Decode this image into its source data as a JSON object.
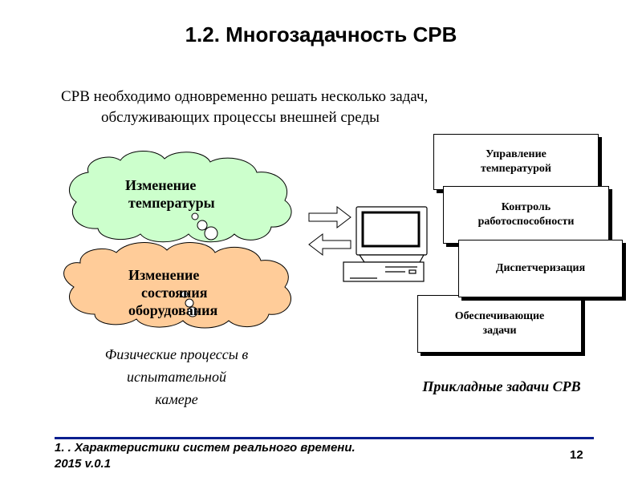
{
  "slide": {
    "title": "1.2.  Многозадачность СРВ",
    "intro_line1": "СРВ   необходимо одновременно решать несколько задач,",
    "intro_line2": "обслуживающих процессы внешней среды"
  },
  "clouds": {
    "temperature": {
      "line1": "Изменение",
      "line2": "температуры",
      "color": "#ccffcc"
    },
    "equipment": {
      "line1": "Изменение",
      "line2": "состояния",
      "line3": "оборудования",
      "color": "#ffcc99"
    }
  },
  "physical_caption": {
    "line1": "Физические процессы в",
    "line2": "испытательной",
    "line3": "камере"
  },
  "tasks": {
    "temp_control": {
      "line1": "Управление",
      "line2": "температурой"
    },
    "health_check": {
      "line1": "Контроль",
      "line2": "работоспособности"
    },
    "dispatching": {
      "line1": "Диспетчеризация"
    },
    "support": {
      "line1": "Обеспечивающие",
      "line2": "задачи"
    }
  },
  "applied_caption": "Прикладные задачи СРВ",
  "footer": {
    "line1": "1. . Характеристики систем реального времени.",
    "line2": "2015 v.0.1",
    "page": "12",
    "rule_color": "#0a1f8f"
  },
  "icons": [
    "arrow-right-icon",
    "arrow-left-icon",
    "computer-icon",
    "thought-bubble-icon"
  ]
}
